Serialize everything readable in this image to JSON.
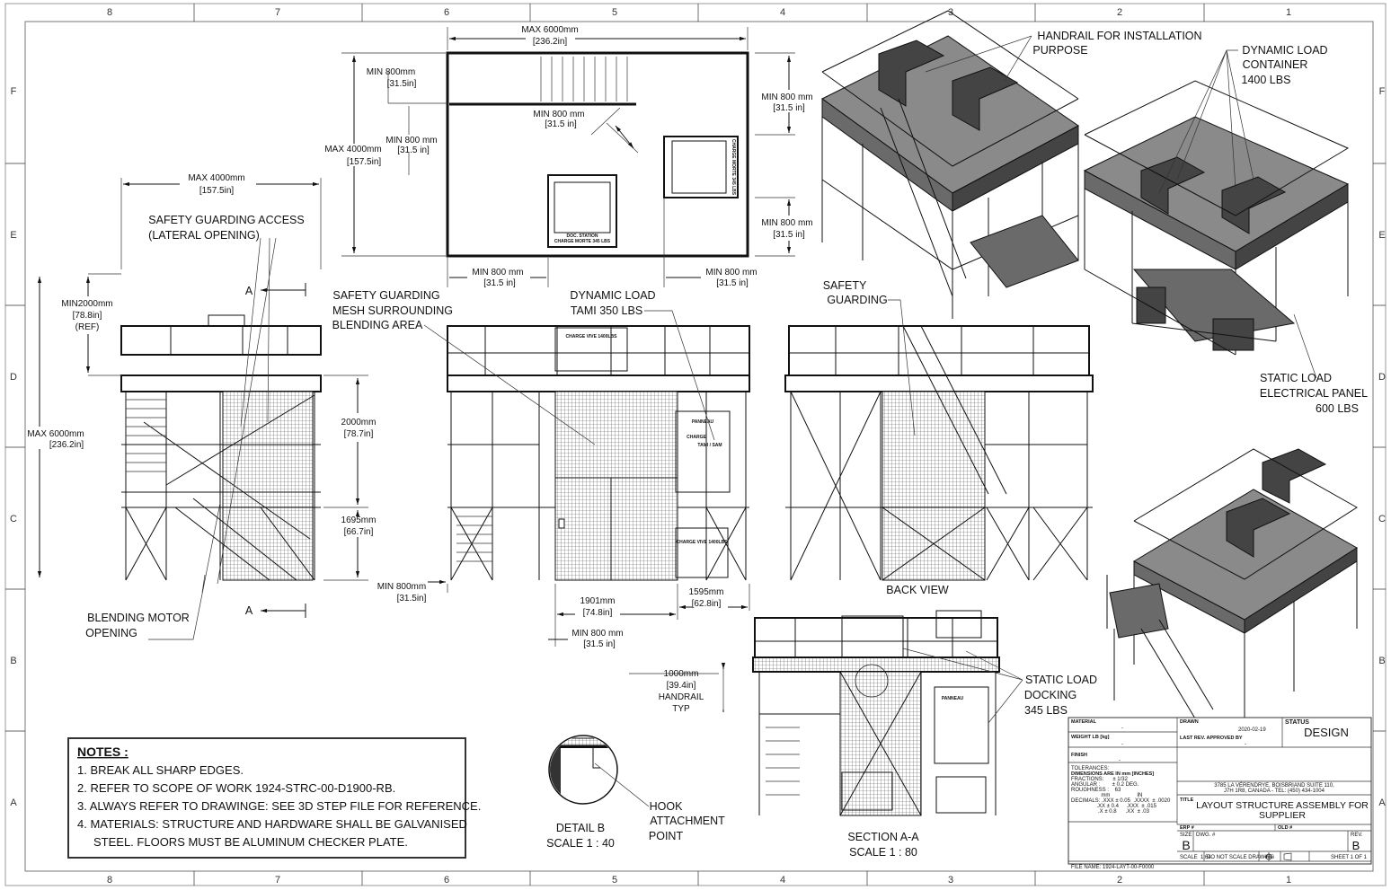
{
  "border": {
    "columns": [
      "8",
      "7",
      "6",
      "5",
      "4",
      "3",
      "2",
      "1"
    ],
    "rows": [
      "F",
      "E",
      "D",
      "C",
      "B",
      "A"
    ]
  },
  "plan_view": {
    "width_dim": "MAX 6000mm",
    "width_dim_in": "[236.2in]",
    "top_left_min": "MIN  800mm",
    "top_left_min_in": "[31.5in]",
    "diag_min": "MIN 800 mm",
    "diag_min_in": "[31.5 in]",
    "mid_left_min": "MIN 800 mm",
    "mid_left_min_in": "[31.5 in]",
    "height_dim": "MAX 4000mm",
    "height_dim_in": "[157.5in]",
    "right_top_min": "MIN 800 mm",
    "right_top_min_in": "[31.5 in]",
    "right_bottom_min": "MIN 800 mm",
    "right_bottom_min_in": "[31.5 in]",
    "bottom_left_min": "MIN 800 mm",
    "bottom_left_min_in": "[31.5 in]",
    "bottom_right_min": "MIN 800 mm",
    "bottom_right_min_in": "[31.5 in]",
    "dock_label_1": "DOC. STATION",
    "dock_label_2": "CHARGE MORTE 345 LBS"
  },
  "side_view": {
    "width_dim": "MAX 4000mm",
    "width_dim_in": "[157.5in]",
    "access_label_1": "SAFETY GUARDING ACCESS",
    "access_label_2": "(LATERAL OPENING)",
    "section_marker": "A",
    "handrail_dim": "MIN2000mm",
    "handrail_dim_in": "[78.8in]",
    "handrail_ref": "(REF)",
    "height_dim": "MAX 6000mm",
    "height_dim_in": "[236.2in]",
    "upper_dim": "2000mm",
    "upper_dim_in": "[78.7in]",
    "lower_dim": "1695mm",
    "lower_dim_in": "[66.7in]",
    "motor_label_1": "BLENDING MOTOR",
    "motor_label_2": "OPENING"
  },
  "front_view": {
    "mesh_label_1": "SAFETY GUARDING",
    "mesh_label_2": "MESH SURROUNDING",
    "mesh_label_3": "BLENDING AREA",
    "dyn_label_1": "DYNAMIC LOAD",
    "dyn_label_2": "TAMI 350 LBS",
    "left_min": "MIN 800mm",
    "left_min_in": "[31.5in]",
    "width_dim": "1901mm",
    "width_dim_in": "[74.8in]",
    "right_dim": "1595mm",
    "right_dim_in": "[62.8in]",
    "bottom_min": "MIN 800 mm",
    "bottom_min_in": "[31.5 in]",
    "panel_label": "PANNEAU",
    "panel_charge": "CHARGE",
    "tag_top": "CHARGE VIVE 1400LBS",
    "tag_bottom": "CHARGE VIVE 1400LBS",
    "tag_mid": "TAMI / SAM"
  },
  "back_view": {
    "guard_label_1": "SAFETY",
    "guard_label_2": "GUARDING",
    "title": "BACK VIEW"
  },
  "iso_views": {
    "handrail_1": "HANDRAIL FOR INSTALLATION",
    "handrail_2": "PURPOSE",
    "container_1": "DYNAMIC LOAD",
    "container_2": "CONTAINER",
    "container_3": "1400 LBS",
    "panel_1": "STATIC LOAD",
    "panel_2": "ELECTRICAL PANEL",
    "panel_3": "600 LBS"
  },
  "section_view": {
    "handrail_dim": "1000mm",
    "handrail_dim_in": "[39.4in]",
    "handrail_label": "HANDRAIL",
    "handrail_typ": "TYP",
    "docking_1": "STATIC LOAD",
    "docking_2": "DOCKING",
    "docking_3": "345 LBS",
    "title": "SECTION A-A",
    "scale": "SCALE 1 : 80",
    "panel_label": "PANNEAU"
  },
  "detail_view": {
    "title": "DETAIL B",
    "scale": "SCALE 1 : 40",
    "hook_1": "HOOK",
    "hook_2": "ATTACHMENT",
    "hook_3": "POINT"
  },
  "notes": {
    "title": "NOTES :",
    "items": [
      "1.  BREAK ALL SHARP EDGES.",
      "2.  REFER TO SCOPE  OF WORK 1924-STRC-00-D1900-RB.",
      "3.  ALWAYS REFER TO DRAWINGE: SEE 3D STEP FILE FOR REFERENCE.",
      "4.  MATERIALS: STRUCTURE AND HARDWARE SHALL BE GALVANISED",
      "STEEL. FLOORS MUST BE ALUMINUM CHECKER PLATE."
    ]
  },
  "title_block": {
    "material_label": "MATERIAL",
    "material_value": "-",
    "weight_label": "WEIGHT LB [kg]",
    "weight_value": "-",
    "finish_label": "FINISH",
    "finish_value": "-",
    "tolerances": [
      "TOLERANCES:",
      "DIMENSIONS ARE IN mm [INCHES]",
      "FRACTIONS:      ± 1/32",
      "ANGULAR :        ± 0.2 DEG.",
      "ROUGHNESS :    63",
      "                    mm                  IN",
      "DECIMALS: .XXX ± 0.05  .XXXX  ± .0020",
      "                 .XX ± 0.4     .XXX  ± .015",
      "                  .X ± 0.8      .XX  ± .03"
    ],
    "drawn_label": "DRAWN",
    "drawn_date": "2020-02-19",
    "approved_label": "LAST REV. APPROVED BY",
    "approved_value": "-",
    "status_label": "STATUS",
    "status_value": "DESIGN",
    "address_1": "3785 LA VÉRENDRYE, BOISBRIAND SUITE 110,",
    "address_2": "J7H 1R8, CANADA - TEL: (450) 434-1004",
    "title_label": "TITLE",
    "title_1": "LAYOUT STRUCTURE ASSEMBLY FOR",
    "title_2": "SUPPLIER",
    "erp_label": "ERP #",
    "old_label": "OLD #",
    "size_label": "SIZE",
    "size_value": "B",
    "dwg_label": "DWG. #",
    "rev_label": "REV.",
    "rev_value": "B",
    "scale": "SCALE  1:64",
    "no_scale": "DO NOT SCALE DRAWING",
    "sheet": "SHEET 1 OF 1",
    "file_name": "FILE NAME: 1924-LAYT-00-F0000"
  }
}
